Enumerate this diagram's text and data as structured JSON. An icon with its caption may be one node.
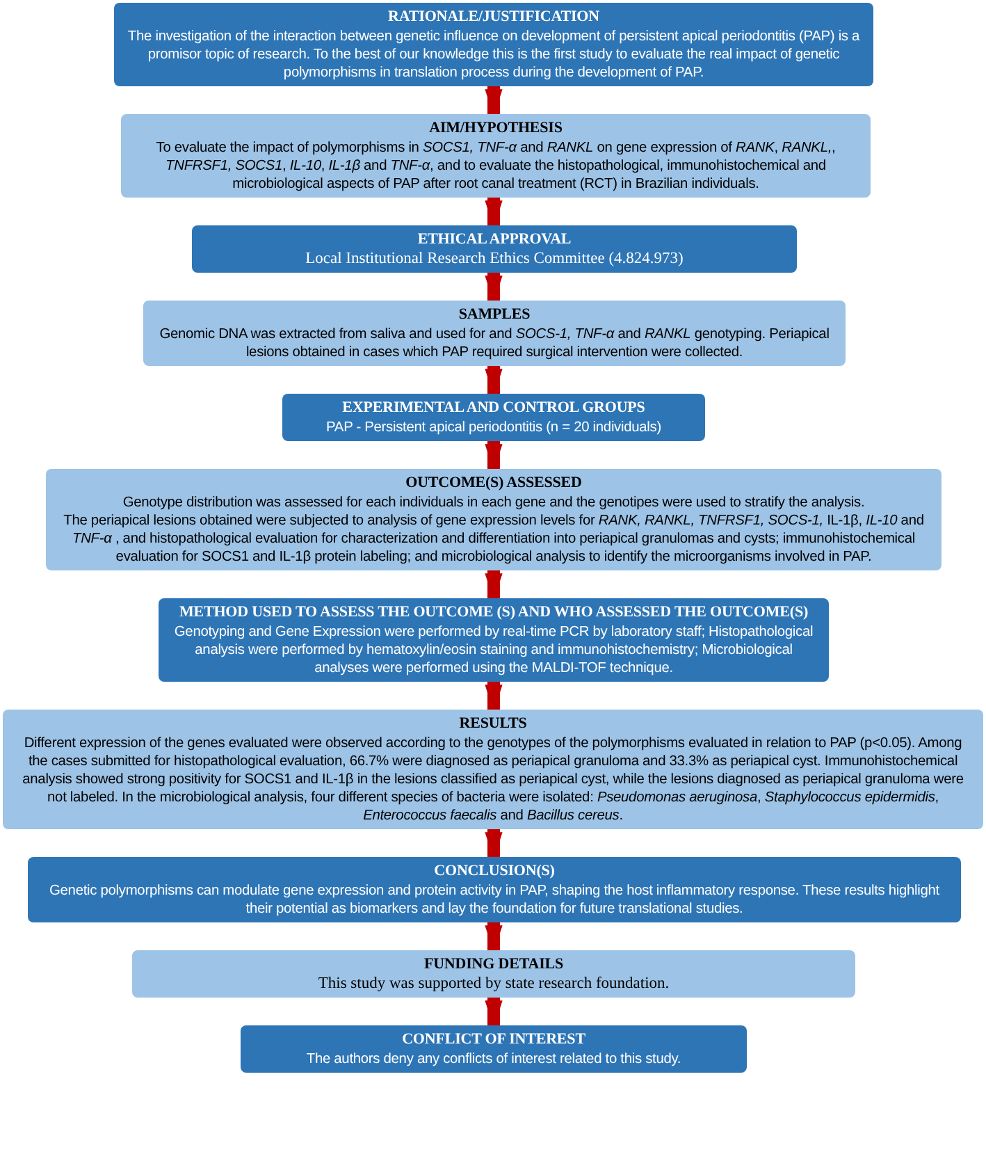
{
  "diagram": {
    "nodes": [
      {
        "text": [
          "RATIONALE/JUSTIFICATION",
          "The investigation of the interaction between genetic influence on development of persistent apical periodontitis (PAP) is a promisor topic of research. To the best of our knowledge this is the first study to evaluate the real impact of genetic polymorphisms in translation process during the development of PAP."
        ]
      },
      {
        "text": [
          "AIM/HYPOTHESIS",
          "To evaluate the impact of polymorphisms in *SOCS1, TNF-α* and *RANKL* on gene expression of *RANK*, *RANKL,*, *TNFRSF1, SOCS1*, *IL-10*, *IL-1β* and *TNF-α*, and to evaluate the histopathological, immunohistochemical and microbiological aspects of PAP after root canal treatment (RCT) in Brazilian individuals."
        ]
      },
      {
        "text": [
          "ETHICAL APPROVAL",
          "Local Institutional Research Ethics Committee (4.824.973)"
        ]
      },
      {
        "text": [
          "SAMPLES",
          "Genomic DNA was extracted from saliva and used for and *SOCS-1, TNF-α* and *RANKL* genotyping. Periapical lesions obtained in cases which PAP required surgical intervention were collected."
        ]
      },
      {
        "text": [
          "EXPERIMENTAL AND CONTROL GROUPS",
          "PAP -  Persistent apical periodontitis (n = 20 individuals)"
        ]
      },
      {
        "text": [
          "OUTCOME(S) ASSESSED",
          "Genotype distribution was assessed for each individuals in each gene and the genotipes were used to stratify the analysis.",
          "The periapical lesions obtained were subjected to analysis of gene expression levels for *RANK, RANKL, TNFRSF1, SOCS-1,* IL-1β, *IL-10* and *TNF-α* , and histopathological evaluation for characterization and differentiation into periapical granulomas and cysts; immunohistochemical evaluation for SOCS1 and IL-1β protein labeling; and microbiological analysis to identify the microorganisms involved in  PAP."
        ]
      },
      {
        "text": [
          "METHOD USED TO ASSESS THE OUTCOME (S) AND WHO ASSESSED THE OUTCOME(S)",
          "Genotyping and Gene Expression were performed by real-time PCR by laboratory staff; Histopathological analysis were performed by hematoxylin/eosin staining and immunohistochemistry; Microbiological analyses were performed using the MALDI-TOF technique."
        ]
      },
      {
        "text": [
          "RESULTS",
          "Different expression of the genes evaluated were observed according to the genotypes of the polymorphisms evaluated in relation to PAP (p<0.05). Among the cases submitted for histopathological evaluation, 66.7% were diagnosed as periapical granuloma and 33.3% as periapical cyst. Immunohistochemical analysis showed strong positivity for SOCS1 and IL-1β in the lesions classified as periapical cyst, while the lesions diagnosed as periapical granuloma were not labeled. In the microbiological analysis, four different species of bacteria were isolated: *Pseudomonas aeruginosa*, *Staphylococcus epidermidis*, *Enterococcus faecalis* and *Bacillus cereus*."
        ]
      },
      {
        "text": [
          "CONCLUSION(S)",
          "Genetic polymorphisms can modulate gene expression and protein activity in PAP, shaping the host inflammatory response. These results highlight their potential as biomarkers and lay the foundation for future translational studies."
        ]
      },
      {
        "text": [
          "FUNDING DETAILS",
          "This study was supported by state research foundation."
        ]
      },
      {
        "text": [
          "CONFLICT OF INTEREST",
          "The authors deny any conflicts of interest related to this study."
        ]
      }
    ],
    "edges": [
      {
        "from": 0,
        "to": 1,
        "arrow": "to"
      },
      {
        "from": 1,
        "to": 2,
        "arrow": "to"
      },
      {
        "from": 2,
        "to": 3,
        "arrow": "to"
      },
      {
        "from": 3,
        "to": 4,
        "arrow": "to"
      },
      {
        "from": 4,
        "to": 5,
        "arrow": "to"
      },
      {
        "from": 5,
        "to": 6,
        "arrow": "to"
      },
      {
        "from": 6,
        "to": 7,
        "arrow": "to"
      },
      {
        "from": 7,
        "to": 8,
        "arrow": "to"
      },
      {
        "from": 8,
        "to": 9,
        "arrow": "to"
      },
      {
        "from": 9,
        "to": 10,
        "arrow": "to"
      }
    ]
  }
}
